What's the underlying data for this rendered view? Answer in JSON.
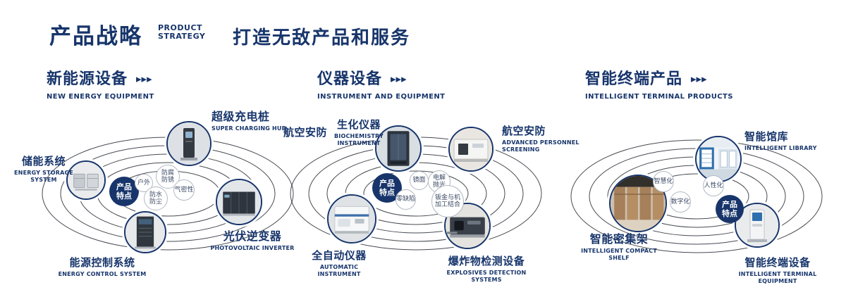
{
  "page": {
    "accent": "#17356b",
    "background": "#ffffff"
  },
  "header": {
    "title_cn": "产品战略",
    "title_en_line1": "PRODUCT",
    "title_en_line2": "STRATEGY",
    "slogan": "打造无敌产品和服务"
  },
  "icons": {
    "triple_arrow": "▸▸▸"
  },
  "sections": [
    {
      "title_cn": "新能源设备",
      "title_en": "NEW ENERGY EQUIPMENT",
      "badge": "产品特点",
      "features": [
        {
          "label": "户外"
        },
        {
          "label": "防腐防锈"
        },
        {
          "label": "防水防尘"
        },
        {
          "label": "气密性"
        }
      ],
      "products": [
        {
          "cn": "储能系统",
          "en": "ENERGY STORAGE SYSTEM",
          "image": "energy-storage"
        },
        {
          "cn": "超级充电桩",
          "en": "SUPER CHARGING HUB",
          "image": "super-charging-hub"
        },
        {
          "cn": "光伏逆变器",
          "en": "PHOTOVOLTAIC INVERTER",
          "image": "photovoltaic-inverter"
        },
        {
          "cn": "能源控制系统",
          "en": "ENERGY CONTROL SYSTEM",
          "image": "energy-control-system"
        }
      ]
    },
    {
      "title_cn": "仪器设备",
      "title_en": "INSTRUMENT AND EQUIPMENT",
      "badge": "产品特点",
      "extra_label": "航空安防",
      "features": [
        {
          "label": "镜面"
        },
        {
          "label": "电解抛光"
        },
        {
          "label": "零缺陷"
        },
        {
          "label": "钣金与机加工结合"
        }
      ],
      "products": [
        {
          "cn": "生化仪器",
          "en": "BIOCHEMISTRY INSTRUMENT",
          "image": "biochemistry-instrument"
        },
        {
          "cn": "航空安防",
          "en": "ADVANCED PERSONNEL SCREENING",
          "image": "personnel-screening"
        },
        {
          "cn": "全自动仪器",
          "en": "AUTOMATIC INSTRUMENT",
          "image": "automatic-instrument"
        },
        {
          "cn": "爆炸物检测设备",
          "en": "EXPLOSIVES DETECTION SYSTEMS",
          "image": "explosives-detection"
        }
      ]
    },
    {
      "title_cn": "智能终端产品",
      "title_en": "INTELLIGENT TERMINAL PRODUCTS",
      "badge": "产品特点",
      "features": [
        {
          "label": "智慧化"
        },
        {
          "label": "人性化"
        },
        {
          "label": "数字化"
        }
      ],
      "products": [
        {
          "cn": "智能馆库",
          "en": "INTELLIGENT LIBRARY",
          "image": "intelligent-library"
        },
        {
          "cn": "智能密集架",
          "en": "INTELLIGENT COMPACT SHELF",
          "image": "intelligent-compact-shelf"
        },
        {
          "cn": "智能终端设备",
          "en": "INTELLIGENT TERMINAL EQUIPMENT",
          "image": "intelligent-terminal"
        }
      ]
    }
  ]
}
